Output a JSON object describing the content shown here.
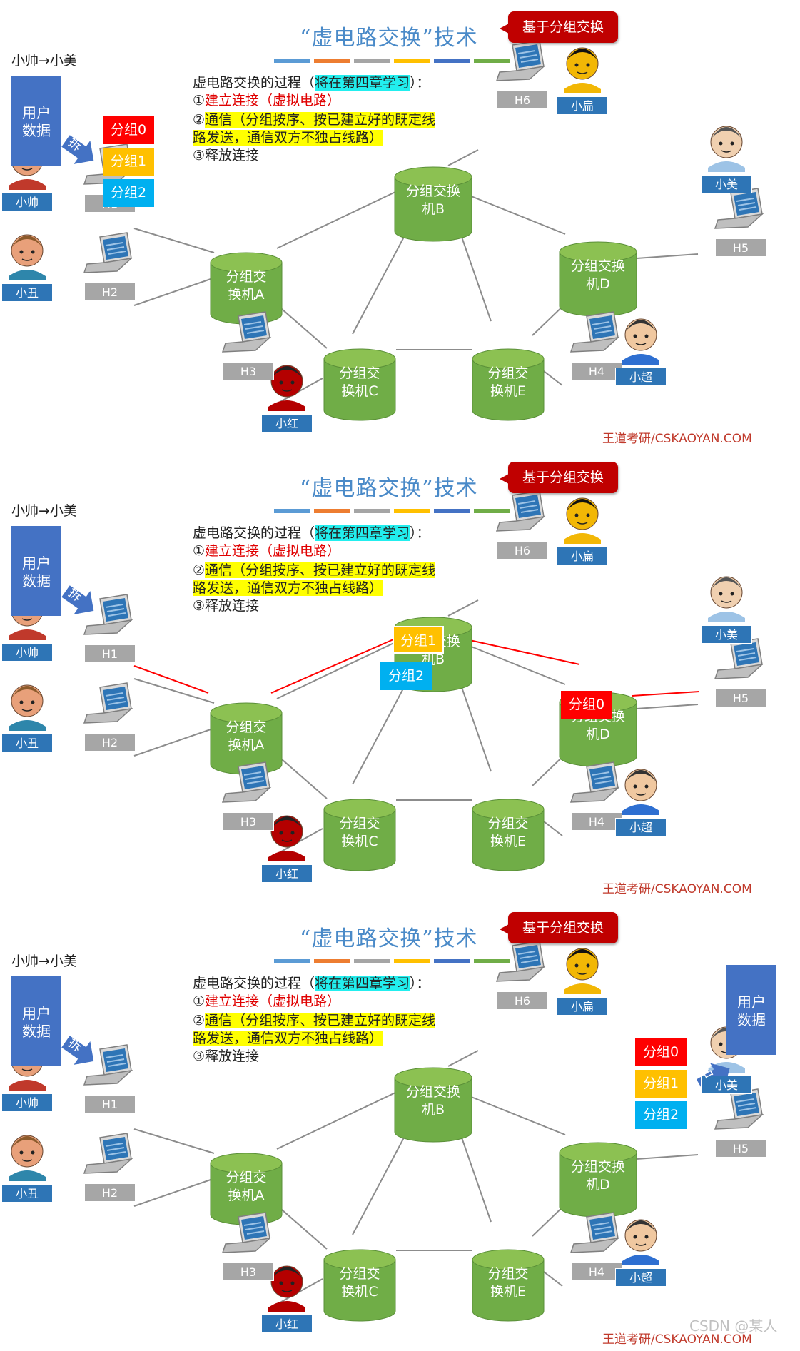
{
  "title": "“虚电路交换”技术",
  "badge": "基于分组交换",
  "route": "小帅→小美",
  "user_data": [
    "用户",
    "数据"
  ],
  "split_label": "拆",
  "merge_label": "合",
  "process_intro": "虚电路交换的过程（",
  "process_highlight": "将在第四章学习",
  "process_close": "）：",
  "step1_num": "①",
  "step1": "建立连接（虚拟电路）",
  "step2_num": "②",
  "step2_line1": "通信（分组按序、按已建立好的既定线",
  "step2_line2": "路发送，通信双方不独占线路）",
  "step3": "③释放连接",
  "packets": [
    "分组0",
    "分组1",
    "分组2"
  ],
  "switches": {
    "A": [
      "分组交",
      "换机A"
    ],
    "B": [
      "分组交换",
      "机B"
    ],
    "C": [
      "分组交",
      "换机C"
    ],
    "D": [
      "分组交换",
      "机D"
    ],
    "E": [
      "分组交",
      "换机E"
    ]
  },
  "hosts": [
    "H1",
    "H2",
    "H3",
    "H4",
    "H5",
    "H6"
  ],
  "users": {
    "shuai": "小帅",
    "chou": "小丑",
    "hong": "小红",
    "chao": "小超",
    "mei": "小美",
    "bian": "小扁"
  },
  "watermark": "王道考研/CSKAOYAN.COM",
  "csdn_mark": "CSDN @某人",
  "colors": {
    "title": "#4a8ac8",
    "badge": "#c00000",
    "switch": "#70ad47",
    "user_data": "#4472c4",
    "packet0": "#ff0000",
    "packet1": "#ffc000",
    "packet2": "#00b0f0",
    "virtual_circuit": "#ff0000"
  },
  "color_bar": [
    "#5b9bd5",
    "#ed7d31",
    "#a5a5a5",
    "#ffc000",
    "#4472c4",
    "#70ad47"
  ]
}
